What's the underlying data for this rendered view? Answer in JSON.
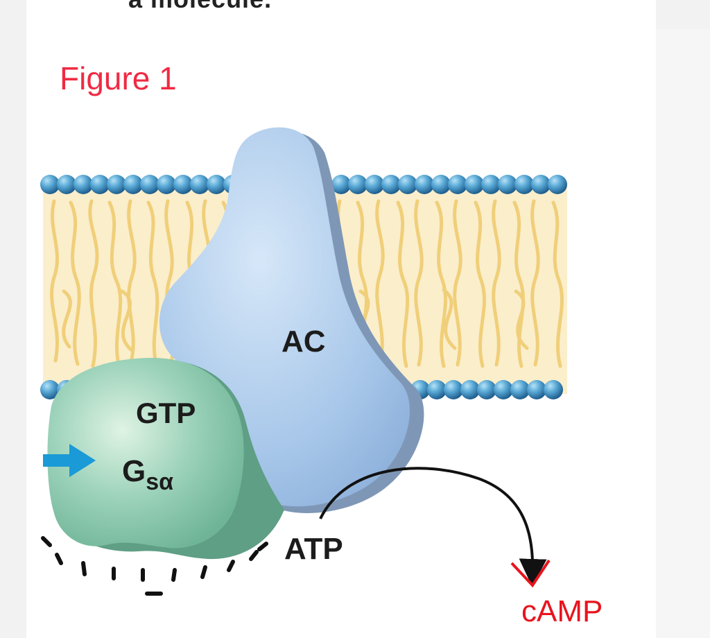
{
  "figure": {
    "top_cut_text": "a molecule.",
    "title": "Figure 1"
  },
  "labels": {
    "adenylyl_cyclase": "AC",
    "gtp": "GTP",
    "g_protein_main": "G",
    "g_protein_sub": "sα",
    "atp": "ATP",
    "camp": "cAMP"
  },
  "colors": {
    "title": "#ef2b43",
    "camp_annotation": "#e8141d",
    "membrane_head": "#4a97c9",
    "membrane_tail": "#f3d98f",
    "adenylyl_cyclase": "#a9c8ea",
    "g_protein": "#8cc9ad",
    "arrow": "#1a9ad6"
  }
}
